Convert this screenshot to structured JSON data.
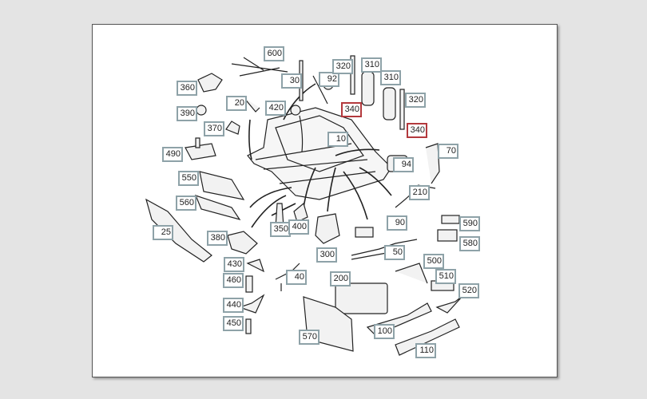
{
  "diagram": {
    "title": "Seat frame parts diagram",
    "labels": [
      {
        "id": "600",
        "text": "600"
      },
      {
        "id": "30",
        "text": "30"
      },
      {
        "id": "92",
        "text": "92"
      },
      {
        "id": "320a",
        "text": "320"
      },
      {
        "id": "310a",
        "text": "310"
      },
      {
        "id": "310b",
        "text": "310"
      },
      {
        "id": "320b",
        "text": "320"
      },
      {
        "id": "340a",
        "text": "340",
        "highlight": true
      },
      {
        "id": "340b",
        "text": "340",
        "highlight": true
      },
      {
        "id": "360",
        "text": "360"
      },
      {
        "id": "390",
        "text": "390"
      },
      {
        "id": "370",
        "text": "370"
      },
      {
        "id": "20",
        "text": "20"
      },
      {
        "id": "420",
        "text": "420"
      },
      {
        "id": "10",
        "text": "10"
      },
      {
        "id": "490",
        "text": "490"
      },
      {
        "id": "550",
        "text": "550"
      },
      {
        "id": "560",
        "text": "560"
      },
      {
        "id": "70",
        "text": "70"
      },
      {
        "id": "94",
        "text": "94"
      },
      {
        "id": "210",
        "text": "210"
      },
      {
        "id": "25",
        "text": "25"
      },
      {
        "id": "380",
        "text": "380"
      },
      {
        "id": "350",
        "text": "350"
      },
      {
        "id": "400",
        "text": "400"
      },
      {
        "id": "300",
        "text": "300"
      },
      {
        "id": "90",
        "text": "90"
      },
      {
        "id": "590",
        "text": "590"
      },
      {
        "id": "580",
        "text": "580"
      },
      {
        "id": "50",
        "text": "50"
      },
      {
        "id": "500",
        "text": "500"
      },
      {
        "id": "430",
        "text": "430"
      },
      {
        "id": "460",
        "text": "460"
      },
      {
        "id": "40",
        "text": "40"
      },
      {
        "id": "510",
        "text": "510"
      },
      {
        "id": "200",
        "text": "200"
      },
      {
        "id": "520",
        "text": "520"
      },
      {
        "id": "440",
        "text": "440"
      },
      {
        "id": "450",
        "text": "450"
      },
      {
        "id": "570",
        "text": "570"
      },
      {
        "id": "100",
        "text": "100"
      },
      {
        "id": "110",
        "text": "110"
      }
    ],
    "colors": {
      "label_border": "#8ea2a8",
      "highlight_border": "#b3393d"
    }
  }
}
